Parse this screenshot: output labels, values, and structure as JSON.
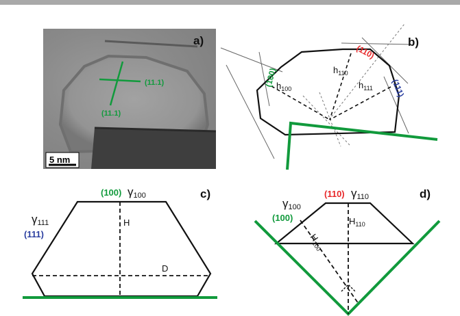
{
  "panels": {
    "a": {
      "label": "a)",
      "scale_bar": "5 nm",
      "planes": [
        "(11.1)",
        "(11.1)"
      ]
    },
    "b": {
      "label": "b)",
      "planes": {
        "p100": "(100)",
        "p110": "(110)",
        "p111": "(111)"
      },
      "heights": {
        "h100": "h",
        "h100_sub": "100",
        "h110": "h",
        "h110_sub": "110",
        "h111": "h",
        "h111_sub": "111"
      }
    },
    "c": {
      "label": "c)",
      "plane_top": "(100)",
      "gamma_top": "γ",
      "gamma_top_sub": "100",
      "gamma_side": "γ",
      "gamma_side_sub": "111",
      "plane_side": "(111)",
      "H": "H",
      "D": "D"
    },
    "d": {
      "label": "d)",
      "plane_top": "(110)",
      "gamma_top": "γ",
      "gamma_top_sub": "110",
      "gamma_side": "γ",
      "gamma_side_sub": "100",
      "plane_side": "(100)",
      "H110": "H",
      "H110_sub": "110",
      "H100": "H",
      "H100_sub": "100"
    }
  },
  "colors": {
    "green": "#119a3c",
    "red": "#e8282a",
    "blue": "#2b3fa0",
    "black": "#111111",
    "gray": "#666666"
  }
}
